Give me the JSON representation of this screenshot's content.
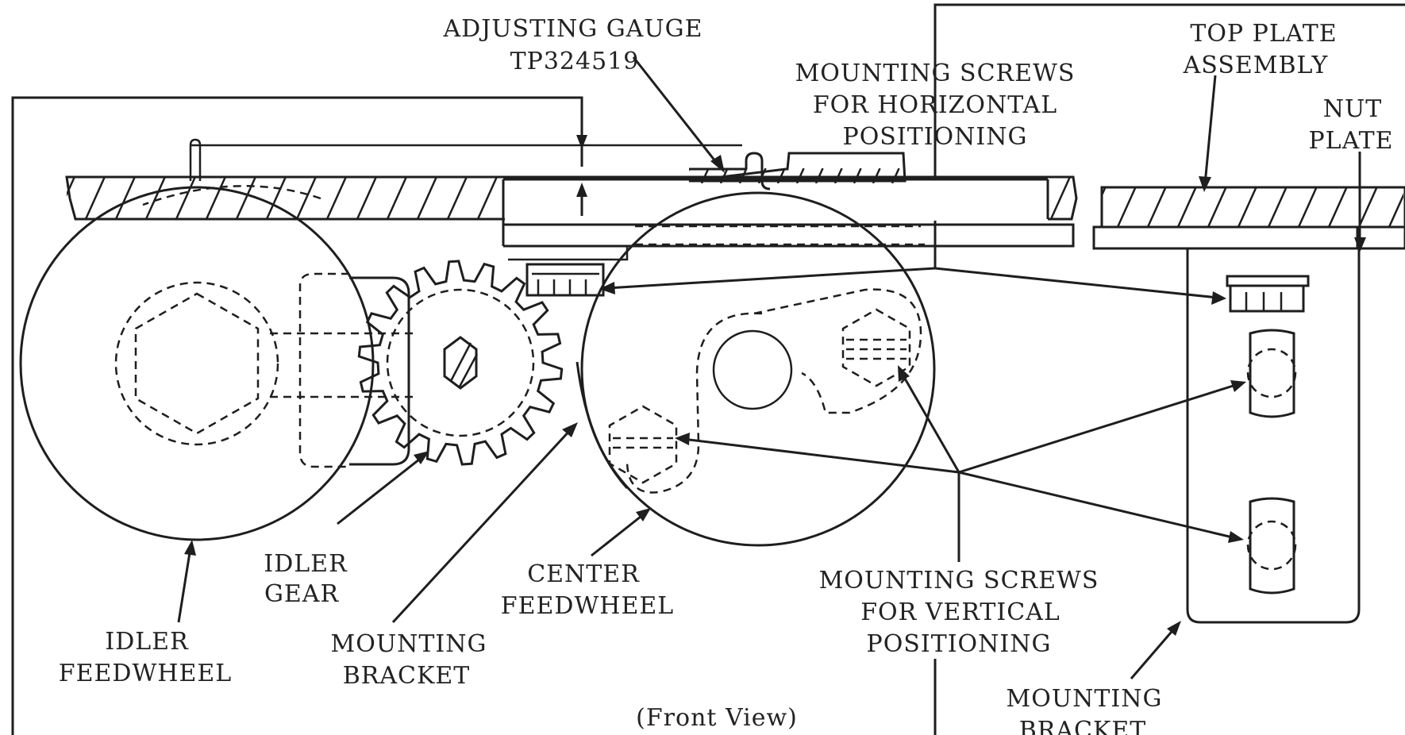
{
  "labels": {
    "adjusting_gauge_line1": "ADJUSTING GAUGE",
    "adjusting_gauge_line2": "TP324519",
    "mounting_screws_horizontal_line1": "MOUNTING SCREWS",
    "mounting_screws_horizontal_line2": "FOR HORIZONTAL",
    "mounting_screws_horizontal_line3": "POSITIONING",
    "top_plate_assembly_line1": "TOP PLATE",
    "top_plate_assembly_line2": "ASSEMBLY",
    "nut_plate_line1": "NUT",
    "nut_plate_line2": "PLATE",
    "idler_gear_line1": "IDLER",
    "idler_gear_line2": "GEAR",
    "center_feedwheel_line1": "CENTER",
    "center_feedwheel_line2": "FEEDWHEEL",
    "mounting_screws_vertical_line1": "MOUNTING SCREWS",
    "mounting_screws_vertical_line2": "FOR VERTICAL",
    "mounting_screws_vertical_line3": "POSITIONING",
    "idler_feedwheel_line1": "IDLER",
    "idler_feedwheel_line2": "FEEDWHEEL",
    "mounting_bracket_left_line1": "MOUNTING",
    "mounting_bracket_left_line2": "BRACKET",
    "mounting_bracket_right_line1": "MOUNTING",
    "mounting_bracket_right_line2": "BRACKET",
    "front_view": "(Front View)"
  }
}
